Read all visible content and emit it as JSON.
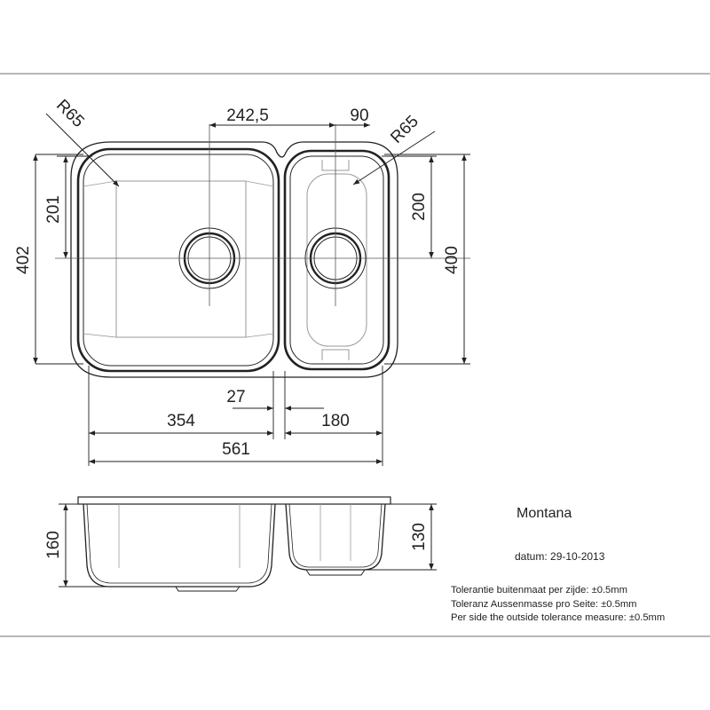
{
  "top_view": {
    "dims": {
      "d_242_5": "242,5",
      "d_90": "90",
      "r65_left": "R65",
      "r65_right": "R65",
      "d_201": "201",
      "d_402": "402",
      "d_200": "200",
      "d_400": "400",
      "d_27": "27",
      "d_354": "354",
      "d_180": "180",
      "d_561": "561"
    }
  },
  "side_view": {
    "dims": {
      "d_160": "160",
      "d_130": "130"
    }
  },
  "info": {
    "model": "Montana",
    "date": "datum: 29-10-2013",
    "tolerance": [
      "Tolerantie buitenmaat per zijde: ±0.5mm",
      "Toleranz Aussenmasse pro Seite: ±0.5mm",
      "Per side the outside tolerance measure: ±0.5mm"
    ]
  },
  "colors": {
    "line": "#222222",
    "light": "#9a9a9a",
    "frame": "#8c8c8c"
  }
}
